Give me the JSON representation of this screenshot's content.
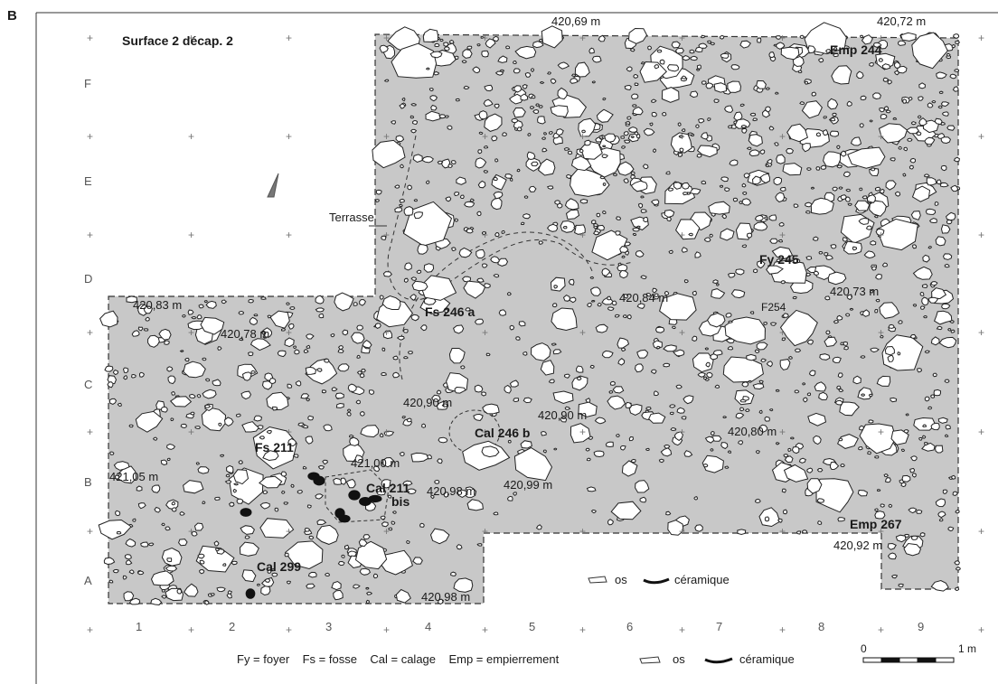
{
  "panel_letter": "B",
  "surface_title": "Surface 2 décap. 2",
  "row_labels": [
    "F",
    "E",
    "D",
    "C",
    "B",
    "A"
  ],
  "col_labels": [
    "1",
    "2",
    "3",
    "4",
    "5",
    "6",
    "7",
    "8",
    "9"
  ],
  "terrace_label": "Terrasse",
  "features": [
    "Emp 244",
    "Fy 245",
    "Fs 246 a",
    "Cal 246 b",
    "Fs 211",
    "Cal 211",
    "bis",
    "Cal 299",
    "Emp 267",
    "F254"
  ],
  "elevations": [
    "420,69 m",
    "420,72 m",
    "420,83 m",
    "420,78 m",
    "420,84 m",
    "420,73 m",
    "420,90 m",
    "420,90 m",
    "421,00 m",
    "420,80 m",
    "421,05 m",
    "420,98 m",
    "420,99 m",
    "420,92 m",
    "420,98 m"
  ],
  "inner_legend": {
    "os": "os",
    "ceramique": "céramique"
  },
  "bottom_legend": {
    "abbreviations": "Fy = foyer    Fs = fosse    Cal = calage    Emp = empierrement",
    "os": "os",
    "ceramique": "céramique"
  },
  "scale_bar": {
    "start": "0",
    "end": "1 m"
  },
  "colors": {
    "excavation_fill": "#c8c8c8",
    "stone_fill": "#ffffff",
    "outline": "#222222",
    "ceramic": "#111111"
  }
}
